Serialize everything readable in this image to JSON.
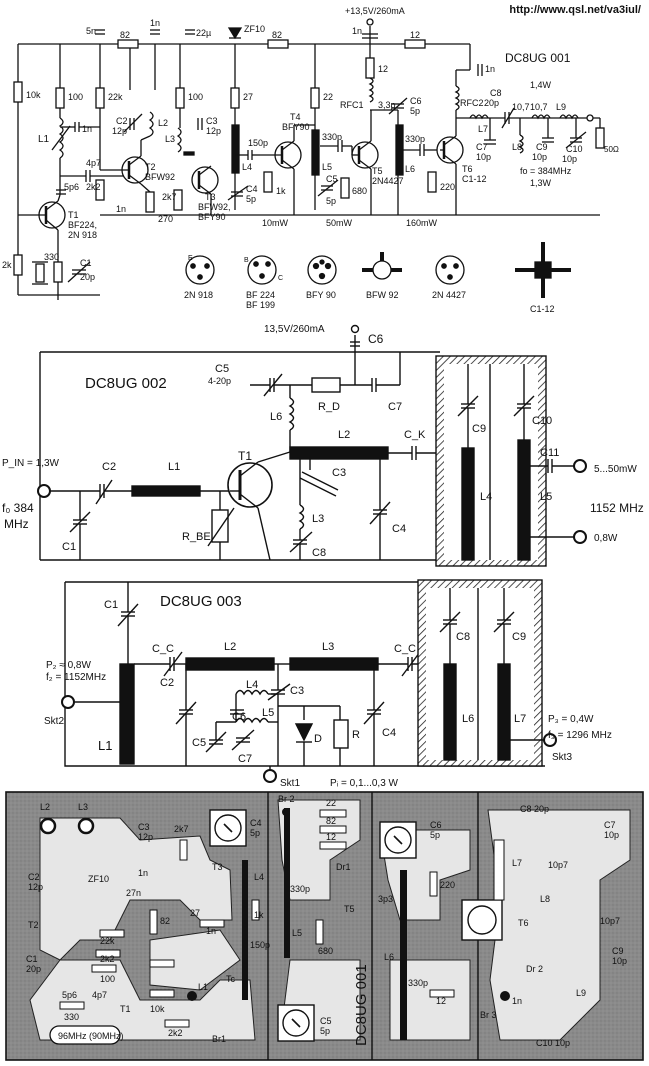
{
  "header": {
    "url": "http://www.qsl.net/va3iul/"
  },
  "sec1": {
    "supply": "+13,5V/260mA",
    "title": "DC8UG 001",
    "power_1_4": "1,4W",
    "fo": "fo = 384MHz",
    "power_1_3": "1,3W",
    "load": "50Ω",
    "labels": {
      "c5n": "5n",
      "r82a": "82",
      "c1n_a": "1n",
      "c22u": "22µ",
      "zf10": "ZF10",
      "r82b": "82",
      "c1n_b": "1n",
      "r12": "12",
      "c1n_c": "1n",
      "r12b": "12",
      "r10k": "10k",
      "r100a": "100",
      "r22k": "22k",
      "r100b": "100",
      "r27": "27",
      "r22": "22",
      "rfc1": "RFC1",
      "c33p": "3,3p",
      "c6": "C6",
      "c5p": "5p",
      "rfc2": "RFC2",
      "c8": "C8",
      "c20p": "20p",
      "c107a": "10,7",
      "c107b": "10,7",
      "l9": "L9",
      "l1": "L1",
      "c1n_d": "1n",
      "c2": "C2",
      "c12p": "12p",
      "l2": "L2",
      "l3": "L3",
      "c3": "C3",
      "c12p2": "12p",
      "t4": "T4",
      "bfy90": "BFY90",
      "c150p": "150p",
      "c330p": "330p",
      "c330p2": "330p",
      "c4p7": "4p7",
      "c5p6": "5p6",
      "r2k2": "2k2",
      "t2": "T2",
      "bfw92": "BFW92",
      "r2k7": "2k7",
      "t3": "T3",
      "bfw92b": "BFW92,",
      "bfy90b": "BFY90",
      "l4": "L4",
      "c4": "C4",
      "c5p_b": "5p",
      "r1k": "1k",
      "l5": "L5",
      "c5": "C5",
      "c5p_c": "5p",
      "r680": "680",
      "t5": "T5",
      "t5type": "2N4427",
      "l6": "L6",
      "r220": "220",
      "t6": "T6",
      "t6type": "C1-12",
      "l7": "L7",
      "c7": "C7",
      "c10p": "10p",
      "l8": "L8",
      "c9": "C9",
      "c10p2": "10p",
      "c10": "C10",
      "c10p3": "10p",
      "t1": "T1",
      "t1type": "BF224,",
      "t1type2": "2N 918",
      "r270": "270",
      "r2k": "2k",
      "r330": "330",
      "c1": "C1",
      "c20p2": "20p",
      "c1n_e": "1n",
      "p10mw": "10mW",
      "p50mw": "50mW",
      "p160mw": "160mW"
    },
    "pinouts": [
      "2N 918",
      "BF 224",
      "BF 199",
      "BFY 90",
      "BFW 92",
      "2N 4427",
      "C1-12"
    ],
    "pin_letters": [
      "E",
      "B",
      "C"
    ]
  },
  "sec2": {
    "supply": "13,5V/260mA",
    "title": "DC8UG 002",
    "labels": {
      "c6": "C6",
      "c5": "C5",
      "c5range": "4-20p",
      "rd": "R_D",
      "c7": "C7",
      "l6": "L6",
      "pin": "P_IN = 1,3W",
      "c2": "C2",
      "l1": "L1",
      "t1": "T1",
      "l2": "L2",
      "ck": "C_K",
      "c9": "C9",
      "c10": "C10",
      "c11": "C11",
      "c3": "C3",
      "c1": "C1",
      "rbe": "R_BE",
      "l3": "L3",
      "c8": "C8",
      "c4": "C4",
      "l4": "L4",
      "l5": "L5",
      "fo": "f₀ 384",
      "mhz": "MHz",
      "out1": "5...50mW",
      "freq": "1152 MHz",
      "out2": "0,8W"
    }
  },
  "sec3": {
    "title": "DC8UG 003",
    "labels": {
      "c1": "C1",
      "c8": "C8",
      "c9": "C9",
      "p2": "P₂ ≈ 0,8W",
      "f2": "f₂ = 1152MHz",
      "cc1": "C_C",
      "l2": "L2",
      "l3": "L3",
      "cc2": "C_C",
      "c2": "C2",
      "l4": "L4",
      "c3": "C3",
      "c6": "C6",
      "l5": "L5",
      "c5": "C5",
      "c7": "C7",
      "d": "D",
      "r": "R",
      "c4": "C4",
      "l6": "L6",
      "l7": "L7",
      "l1": "L1",
      "skt2": "Skt2",
      "skt1": "Skt1",
      "skt3": "Skt3",
      "p3": "P₃ = 0,4W",
      "f3": "f₃ = 1296 MHz",
      "pbias": "Pᵢ = 0,1...0,3 W"
    }
  },
  "pcb": {
    "labels": {
      "l2": "L2",
      "l3": "L3",
      "c3": "C3",
      "c3v": "12p",
      "c4": "C4",
      "c4v": "5p",
      "br2": "Br 2",
      "r22": "22",
      "r82": "82",
      "r12": "12",
      "dr1": "Dr1",
      "c6": "C6",
      "c6v": "5p",
      "c8": "C8 20p",
      "c7": "C7",
      "c7v": "10p",
      "c2": "C2",
      "c2v": "12p",
      "zf10": "ZF10",
      "c1n": "1n",
      "r27n": "27n",
      "r2k7": "2k7",
      "t3": "T3",
      "l4": "L4",
      "c330p": "330p",
      "t5": "T5",
      "c3p3": "3p3",
      "r220": "220",
      "l7": "L7",
      "c10p7": "10p7",
      "l8": "L8",
      "t2": "T2",
      "r22k": "22k",
      "r82b": "82",
      "r1k": "1k",
      "r27": "27",
      "r1n": "1n",
      "c150p": "150p",
      "r680": "680",
      "l5": "L5",
      "t6": "T6",
      "c10p7b": "10p7",
      "c9": "C9",
      "c9v": "10p",
      "c1": "C1",
      "c1v": "20p",
      "r2k2": "2k2",
      "r100": "100",
      "c5p6": "5p6",
      "c4p7": "4p7",
      "l1": "L1",
      "t1": "T1",
      "tc": "Tc",
      "c330pb": "330p",
      "l6": "L6",
      "dr2": "Dr 2",
      "l9": "L9",
      "r330": "330",
      "r10k": "10k",
      "r2k2b": "2k2",
      "br1": "Br1",
      "r12b": "12",
      "r1nb": "1n",
      "br3": "Br 3",
      "c10": "C10 10p",
      "c5": "C5",
      "c5v": "5p",
      "board": "DC8UG 001",
      "crystal": "96MHz (90MHz)"
    }
  }
}
